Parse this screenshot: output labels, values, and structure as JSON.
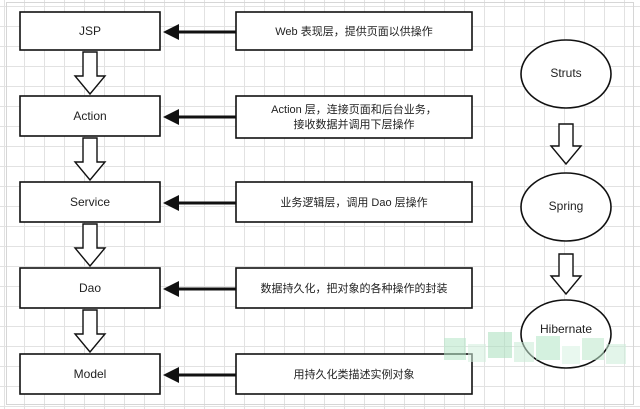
{
  "layers": [
    {
      "label": "JSP",
      "note": [
        "Web 表现层，提供页面以供操作"
      ]
    },
    {
      "label": "Action",
      "note": [
        "Action 层，连接页面和后台业务，",
        "接收数据并调用下层操作"
      ]
    },
    {
      "label": "Service",
      "note": [
        "业务逻辑层，调用 Dao 层操作"
      ]
    },
    {
      "label": "Dao",
      "note": [
        "数据持久化，把对象的各种操作的封装"
      ]
    },
    {
      "label": "Model",
      "note": [
        "用持久化类描述实例对象"
      ]
    }
  ],
  "frameworks": [
    "Struts",
    "Spring",
    "Hibernate"
  ]
}
